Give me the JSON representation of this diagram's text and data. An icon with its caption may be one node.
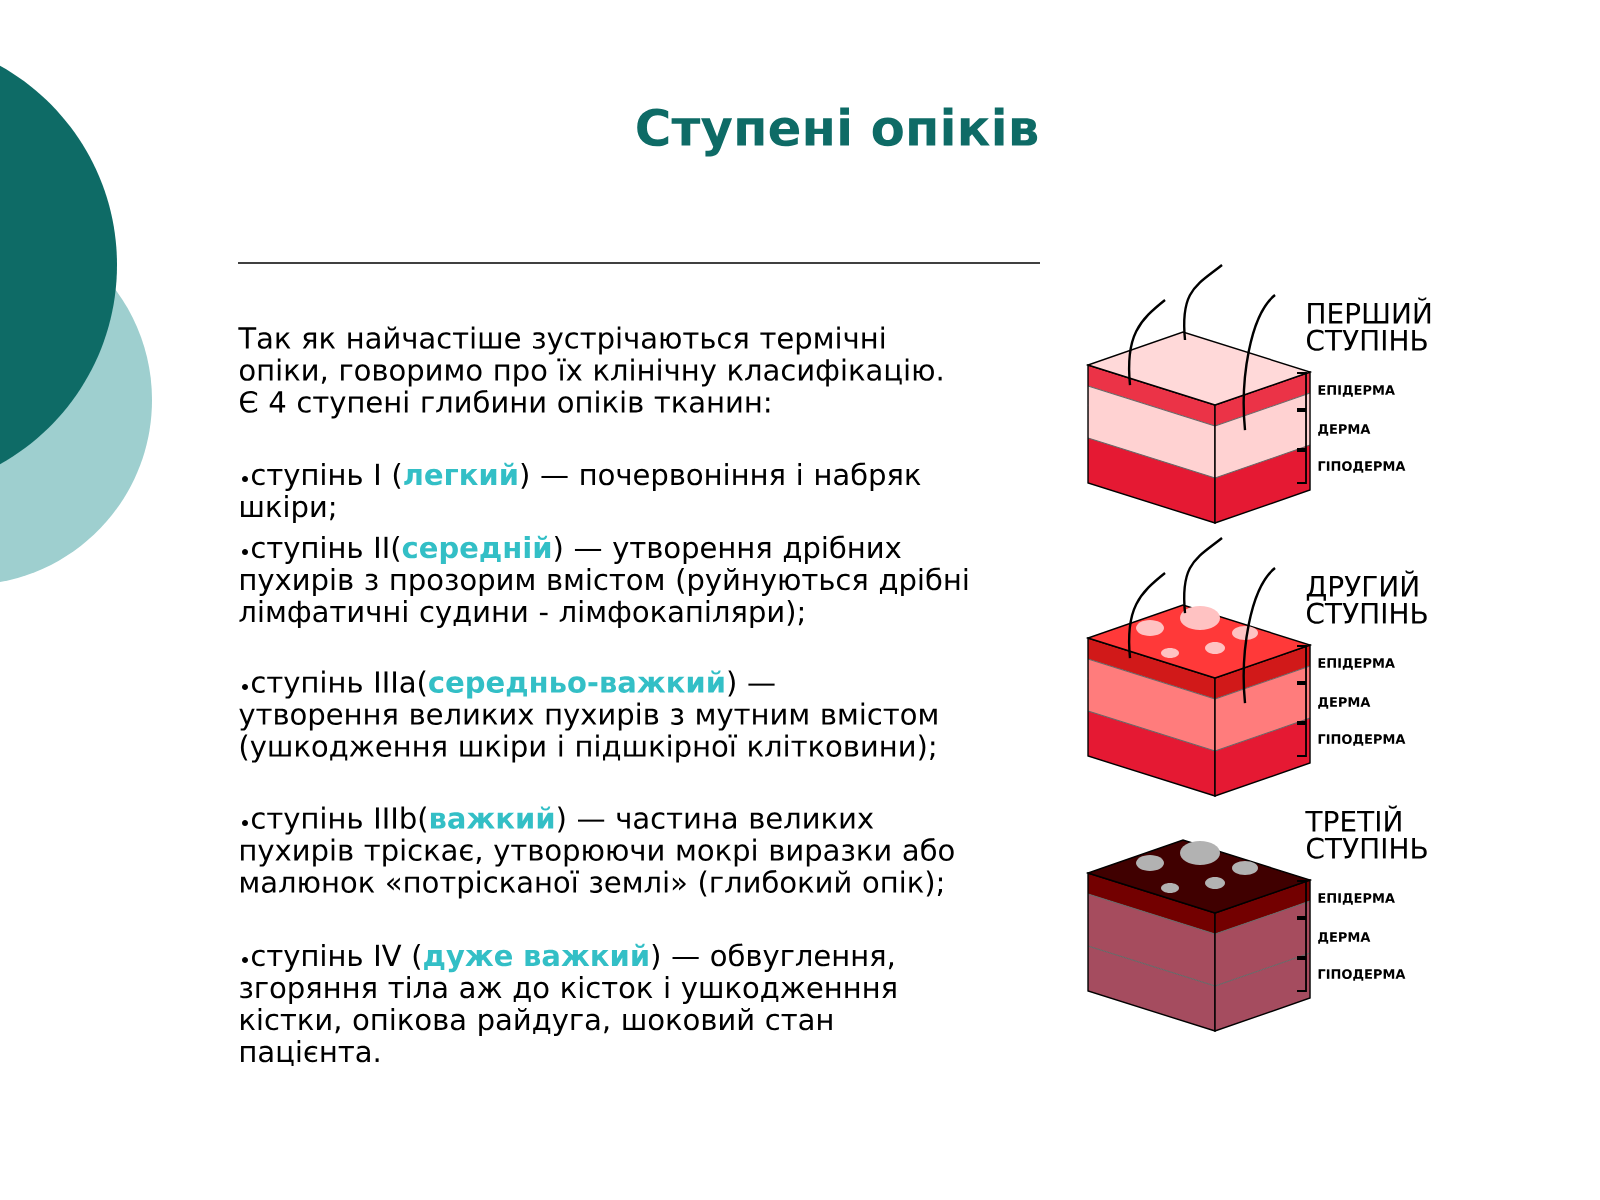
{
  "diagram": {
    "title": "Ступені опіків",
    "labels": [
      "Так як найчастіше зустрічаються термічні опіки, говоримо про їх клінічну класифікацію. Є 4 ступені глибини опіків тканин:",
      "ступінь I (**легкий**) — почервоніння і набряк шкіри;",
      "ступінь II(**середній**) — утворення дрібних пухирів з прозорим вмістом (руйнуються дрібні лімфатичні судини - лімфокапіляри);",
      "ступінь IIIa(**середньо-важкий**) — утворення великих пухирів з мутним вмістом (ушкодження шкіри і підшкірної клітковини);",
      "ступінь IIIb(**важкий**) — частина великих пухирів тріскає, утворюючи мокрі виразки або малюнок «потрісканої землі» (глибокий опік);",
      "ступінь IV (**дуже важкий**) — обвуглення, згоряння тіла аж до кісток і ушкодженння кістки, опікова райдуга, шоковий стан пацієнта.",
      "ПЕРШИЙ СТУПІНЬ",
      "ЕПІДЕРМА",
      "ДЕРМА",
      "ГІПОДЕРМА",
      "ДРУГИЙ СТУПІНЬ",
      "ЕПІДЕРМА",
      "ДЕРМА",
      "ГІПОДЕРМА",
      "ТРЕТІЙ СТУПІНЬ",
      "ЕПІДЕРМА",
      "ДЕРМА",
      "ГІПОДЕРМА"
    ]
  }
}
